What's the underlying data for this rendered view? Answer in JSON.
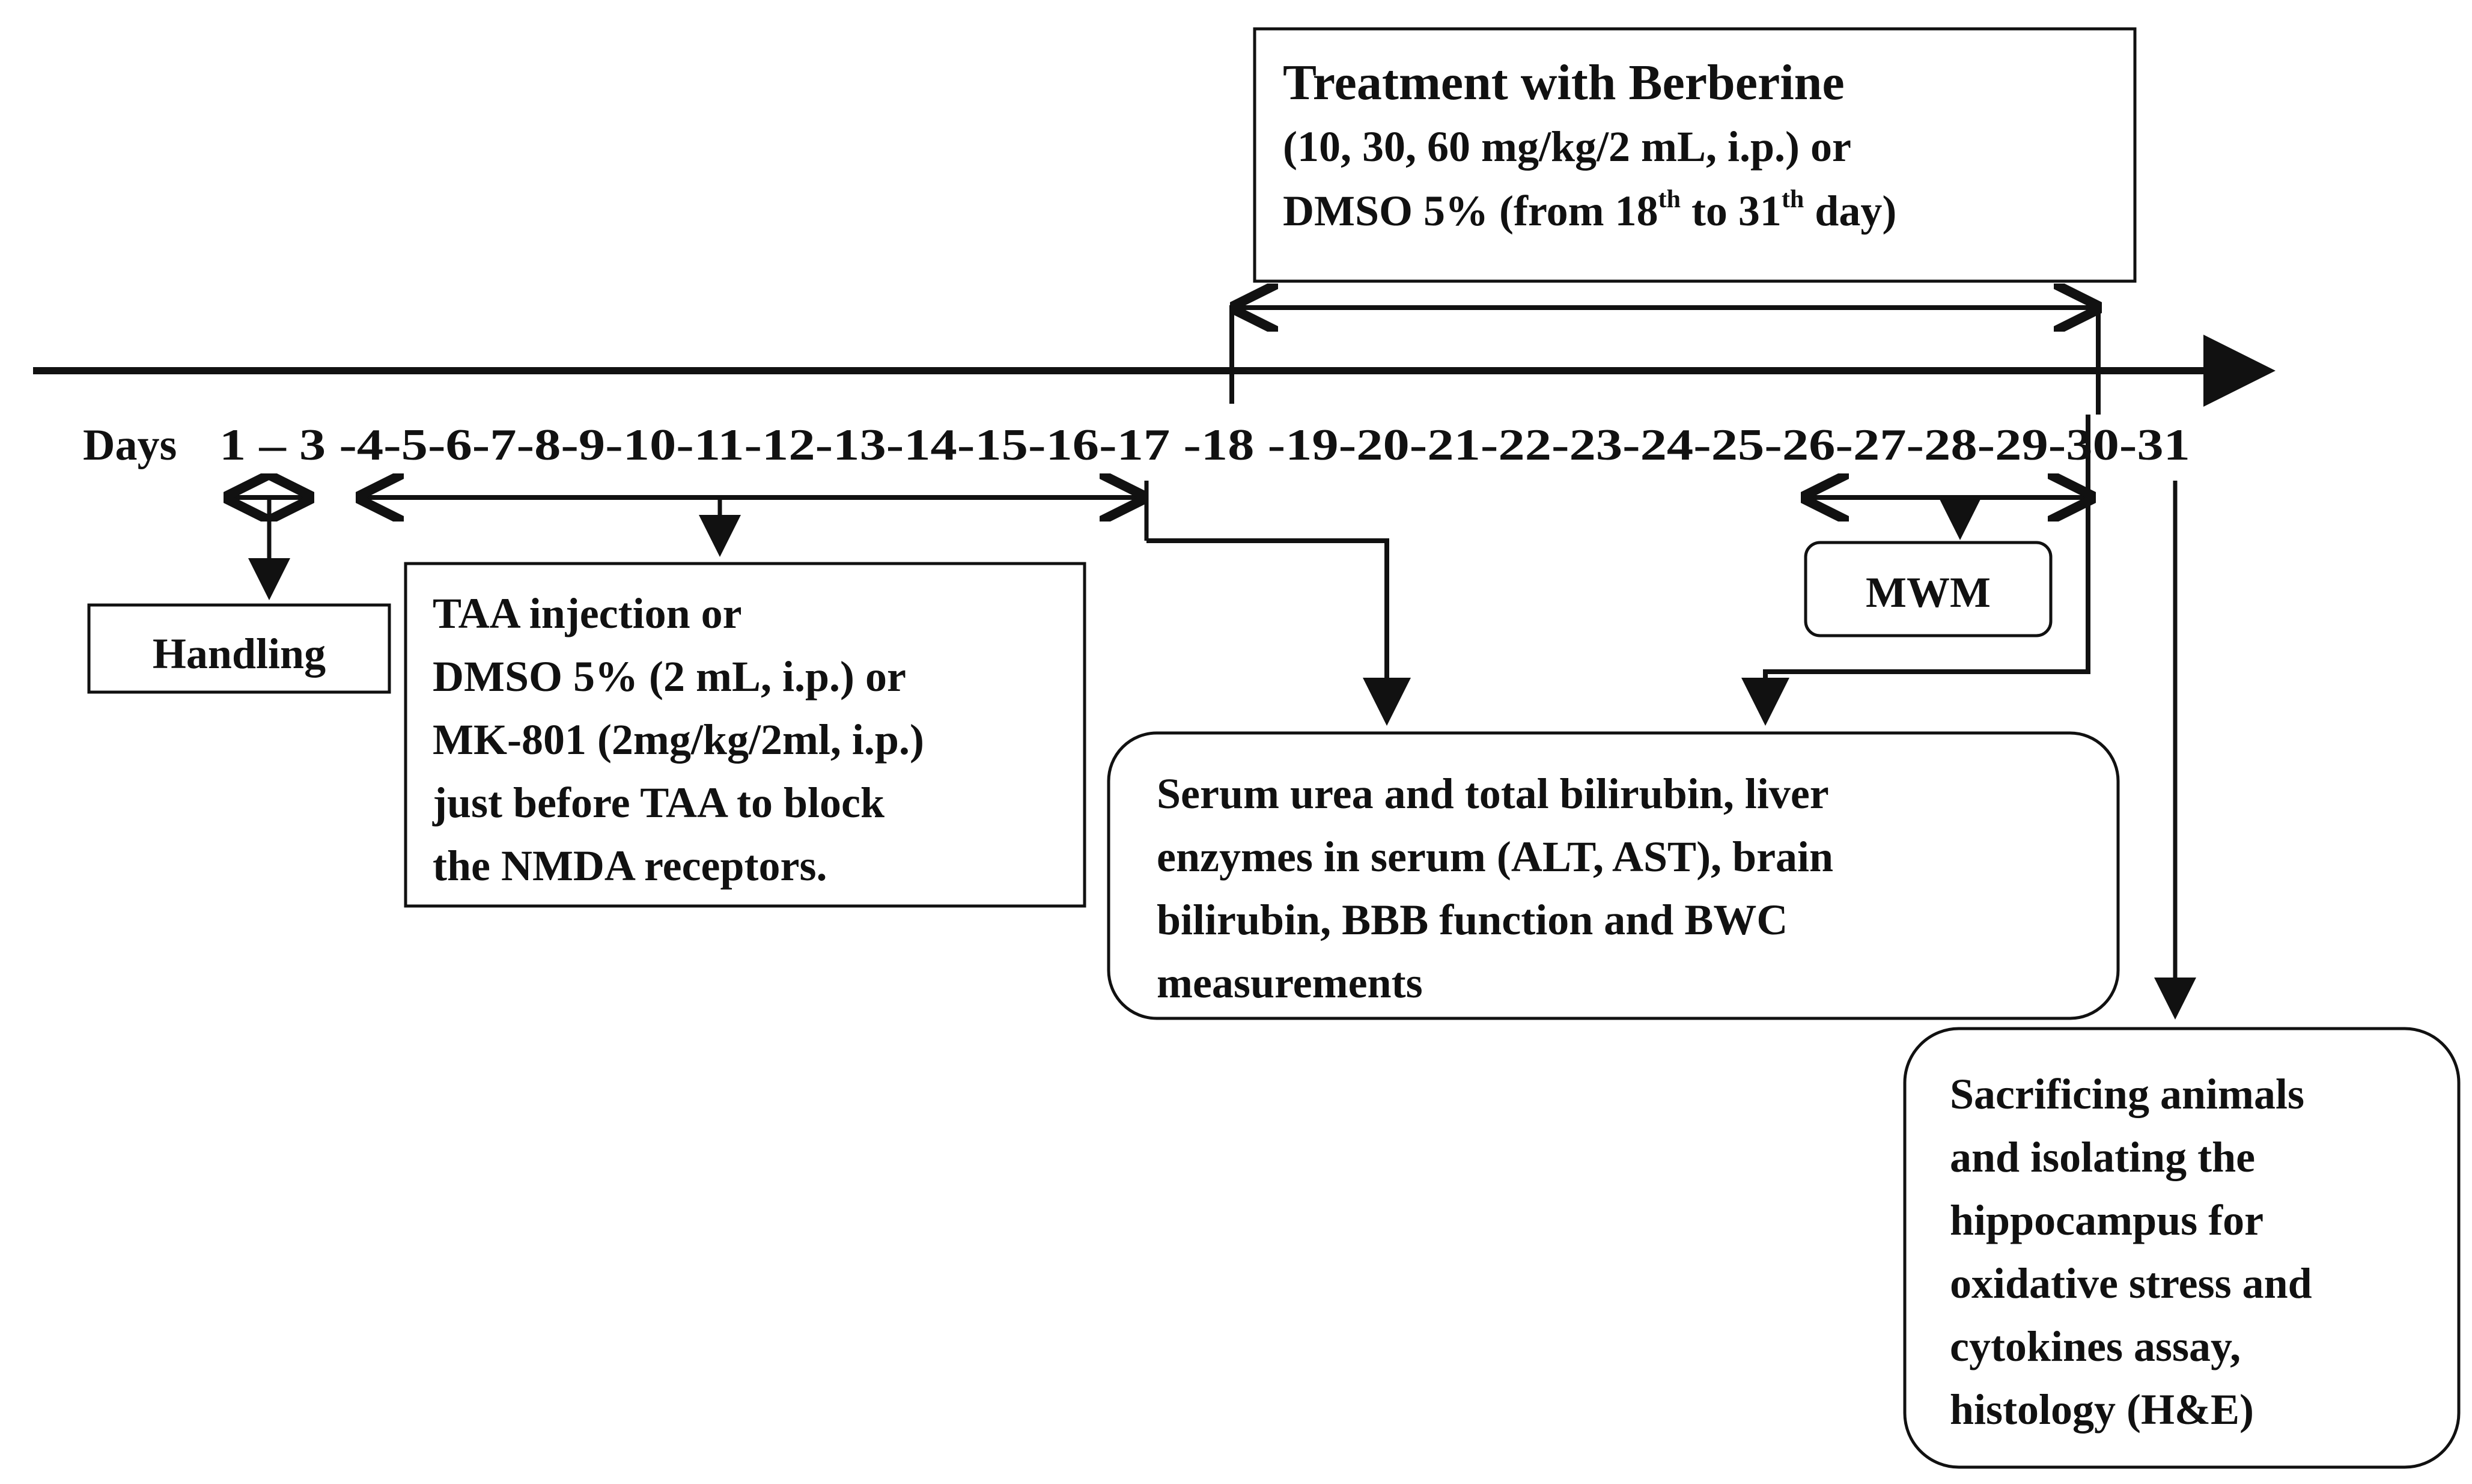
{
  "timeline": {
    "days_label": "Days",
    "day_ticks": "1 – 3 -4-5-6-7-8-9-10-11-12-13-14-15-16-17 -18 -19-20-21-22-23-24-25-26-27-28-29-30-31"
  },
  "treatment_box": {
    "title": "Treatment with Berberine",
    "line1": "(10, 30, 60 mg/kg/2 mL, i.p.) or",
    "line2_prefix": "DMSO 5% (from 18",
    "line2_sup1": "th",
    "line2_mid": " to 31",
    "line2_sup2": "th",
    "line2_suffix": "  day)"
  },
  "handling_box": {
    "label": "Handling"
  },
  "taa_box": {
    "lines": [
      "TAA injection or",
      "DMSO 5% (2 mL, i.p.) or",
      "MK-801 (2mg/kg/2ml, i.p.)",
      "just before TAA to block",
      "the NMDA receptors."
    ]
  },
  "mwm_box": {
    "label": "MWM"
  },
  "serum_box": {
    "lines": [
      "Serum urea and total bilirubin, liver",
      "enzymes in serum (ALT, AST), brain",
      "bilirubin, BBB function and BWC",
      "measurements"
    ]
  },
  "sacrifice_box": {
    "lines": [
      "Sacrificing animals",
      "and isolating the",
      "hippocampus for",
      "oxidative stress and",
      "cytokines assay,",
      "histology (H&E)"
    ]
  },
  "colors": {
    "ink": "#111111",
    "background": "#ffffff"
  }
}
